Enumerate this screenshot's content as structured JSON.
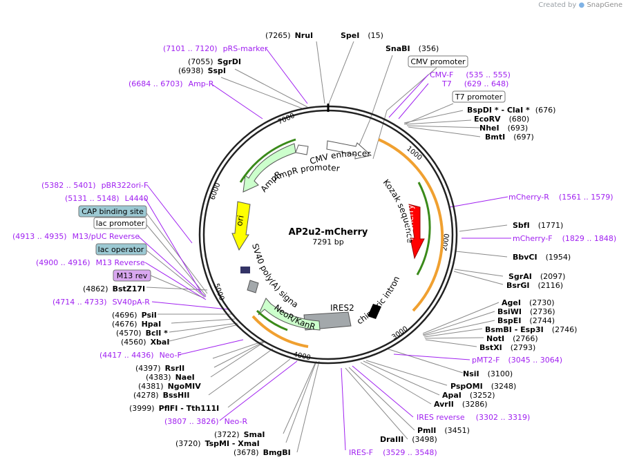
{
  "watermark": {
    "prefix": "Created by",
    "brand": "SnapGene"
  },
  "plasmid": {
    "name": "AP2u2-mCherry",
    "length_label": "7291 bp",
    "total_bp": 7291
  },
  "ticks": [
    "1000",
    "2000",
    "3000",
    "4000",
    "5000",
    "6000",
    "7000"
  ],
  "features": [
    {
      "id": "cmv-enhancer",
      "label": "CMV enhancer",
      "color": "#ffffff",
      "stroke": "#555555"
    },
    {
      "id": "ampr-promoter",
      "label": "AmpR promoter",
      "color": "#ffffff",
      "stroke": "#555555"
    },
    {
      "id": "ampr",
      "label": "AmpR",
      "color": "#ccffcc",
      "stroke": "#555555"
    },
    {
      "id": "ori",
      "label": "ori",
      "color": "#ffff00",
      "stroke": "#555555"
    },
    {
      "id": "kozak",
      "label": "Kozak sequence",
      "color": "#ffffff",
      "stroke": "#555555"
    },
    {
      "id": "mcherry",
      "label": "mCherry",
      "color": "#ff0000",
      "stroke": "#990000"
    },
    {
      "id": "chimeric-intron",
      "label": "chimeric intron",
      "color": "#000000",
      "stroke": "#000000"
    },
    {
      "id": "ires2",
      "label": "IRES2",
      "color": "#a3a8ab",
      "stroke": "#555555"
    },
    {
      "id": "neor",
      "label": "NeoR/KanR",
      "color": "#ccffcc",
      "stroke": "#555555"
    },
    {
      "id": "sv40",
      "label": "SV40 poly(A) signal",
      "color": "#a3a8ab",
      "stroke": "#555555"
    }
  ],
  "boxed_labels": [
    {
      "id": "cmv-promoter",
      "text": "CMV promoter",
      "style": "white"
    },
    {
      "id": "t7-promoter",
      "text": "T7 promoter",
      "style": "white"
    },
    {
      "id": "cap-site",
      "text": "CAP binding site",
      "style": "blue"
    },
    {
      "id": "lac-promoter",
      "text": "lac promoter",
      "style": "white"
    },
    {
      "id": "lac-operator",
      "text": "lac operator",
      "style": "blue"
    },
    {
      "id": "m13-rev",
      "text": "M13 rev",
      "style": "purple"
    }
  ],
  "sites": [
    {
      "id": "nrui",
      "name": "NruI",
      "pos": "(7265)"
    },
    {
      "id": "spei",
      "name": "SpeI",
      "pos": "(15)"
    },
    {
      "id": "snabi",
      "name": "SnaBI",
      "pos": "(356)"
    },
    {
      "id": "sgrdi",
      "name": "SgrDI",
      "pos": "(7055)"
    },
    {
      "id": "sspi",
      "name": "SspI",
      "pos": "(6938)"
    },
    {
      "id": "bspdi",
      "name": "BspDI * - ClaI *",
      "pos": "(676)"
    },
    {
      "id": "ecorv",
      "name": "EcoRV",
      "pos": "(680)"
    },
    {
      "id": "nhei",
      "name": "NheI",
      "pos": "(693)"
    },
    {
      "id": "bmti",
      "name": "BmtI",
      "pos": "(697)"
    },
    {
      "id": "sbfi",
      "name": "SbfI",
      "pos": "(1771)"
    },
    {
      "id": "bbvci",
      "name": "BbvCI",
      "pos": "(1954)"
    },
    {
      "id": "sgrai",
      "name": "SgrAI",
      "pos": "(2097)"
    },
    {
      "id": "bsrgi",
      "name": "BsrGI",
      "pos": "(2116)"
    },
    {
      "id": "agei",
      "name": "AgeI",
      "pos": "(2730)"
    },
    {
      "id": "bsiwi",
      "name": "BsiWI",
      "pos": "(2736)"
    },
    {
      "id": "bspei",
      "name": "BspEI",
      "pos": "(2744)"
    },
    {
      "id": "bsmbi",
      "name": "BsmBI - Esp3I",
      "pos": "(2746)"
    },
    {
      "id": "noti",
      "name": "NotI",
      "pos": "(2766)"
    },
    {
      "id": "bstxi",
      "name": "BstXI",
      "pos": "(2793)"
    },
    {
      "id": "nsii",
      "name": "NsiI",
      "pos": "(3100)"
    },
    {
      "id": "pspomi",
      "name": "PspOMI",
      "pos": "(3248)"
    },
    {
      "id": "apai",
      "name": "ApaI",
      "pos": "(3252)"
    },
    {
      "id": "avrii",
      "name": "AvrII",
      "pos": "(3286)"
    },
    {
      "id": "pmli",
      "name": "PmlI",
      "pos": "(3451)"
    },
    {
      "id": "draiii",
      "name": "DraIII",
      "pos": "(3498)"
    },
    {
      "id": "bstz17i",
      "name": "BstZ17I",
      "pos": "(4862)"
    },
    {
      "id": "psii",
      "name": "PsiI",
      "pos": "(4696)"
    },
    {
      "id": "hpai",
      "name": "HpaI",
      "pos": "(4676)"
    },
    {
      "id": "bcli",
      "name": "BclI *",
      "pos": "(4570)"
    },
    {
      "id": "xbai",
      "name": "XbaI",
      "pos": "(4560)"
    },
    {
      "id": "rsrii",
      "name": "RsrII",
      "pos": "(4397)"
    },
    {
      "id": "naei",
      "name": "NaeI",
      "pos": "(4383)"
    },
    {
      "id": "ngomiv",
      "name": "NgoMIV",
      "pos": "(4381)"
    },
    {
      "id": "bsshii",
      "name": "BssHII",
      "pos": "(4278)"
    },
    {
      "id": "pflfi",
      "name": "PflFI - Tth111I",
      "pos": "(3999)"
    },
    {
      "id": "smai",
      "name": "SmaI",
      "pos": "(3722)"
    },
    {
      "id": "tspmi",
      "name": "TspMI - XmaI",
      "pos": "(3720)"
    },
    {
      "id": "bmgbi",
      "name": "BmgBI",
      "pos": "(3678)"
    }
  ],
  "primers": [
    {
      "id": "prs-marker",
      "name": "pRS-marker",
      "range": "(7101 .. 7120)"
    },
    {
      "id": "amp-r",
      "name": "Amp-R",
      "range": "(6684 .. 6703)"
    },
    {
      "id": "cmv-f",
      "name": "CMV-F",
      "range": "(535 .. 555)"
    },
    {
      "id": "t7",
      "name": "T7",
      "range": "(629 .. 648)"
    },
    {
      "id": "mcherry-r",
      "name": "mCherry-R",
      "range": "(1561 .. 1579)"
    },
    {
      "id": "mcherry-f",
      "name": "mCherry-F",
      "range": "(1829 .. 1848)"
    },
    {
      "id": "pmt2-f",
      "name": "pMT2-F",
      "range": "(3045 .. 3064)"
    },
    {
      "id": "ires-reverse",
      "name": "IRES reverse",
      "range": "(3302 .. 3319)"
    },
    {
      "id": "ires-f",
      "name": "IRES-F",
      "range": "(3529 .. 3548)"
    },
    {
      "id": "neo-r",
      "name": "Neo-R",
      "range": "(3807 .. 3826)"
    },
    {
      "id": "neo-f",
      "name": "Neo-F",
      "range": "(4417 .. 4436)"
    },
    {
      "id": "sv40pa-r",
      "name": "SV40pA-R",
      "range": "(4714 .. 4733)"
    },
    {
      "id": "m13-reverse",
      "name": "M13 Reverse",
      "range": "(4900 .. 4916)"
    },
    {
      "id": "m13-puc-reverse",
      "name": "M13/pUC Reverse",
      "range": "(4913 .. 4935)"
    },
    {
      "id": "l4440",
      "name": "L4440",
      "range": "(5131 .. 5148)"
    },
    {
      "id": "pbr322ori-f",
      "name": "pBR322ori-F",
      "range": "(5382 .. 5401)"
    }
  ]
}
